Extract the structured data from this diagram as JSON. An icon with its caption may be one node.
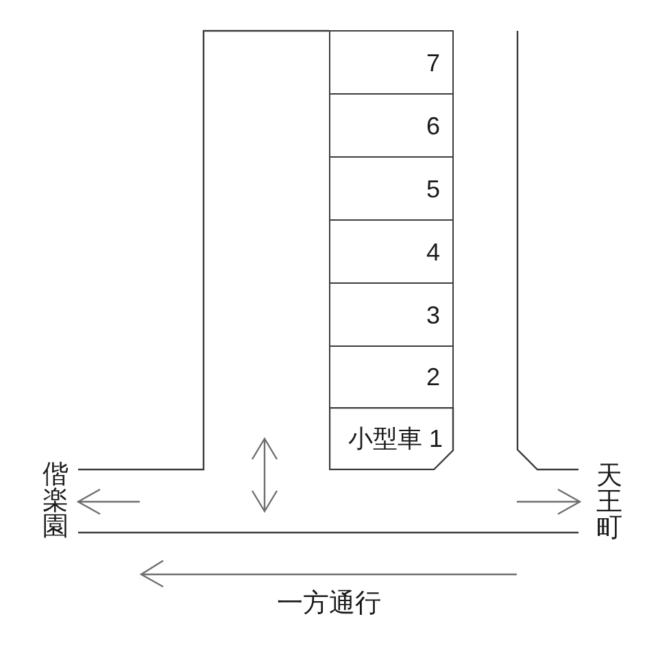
{
  "diagram": {
    "nodes": [
      {
        "text": [
          "7"
        ]
      },
      {
        "text": [
          "6"
        ]
      },
      {
        "text": [
          "5"
        ]
      },
      {
        "text": [
          "4"
        ]
      },
      {
        "text": [
          "3"
        ]
      },
      {
        "text": [
          "2"
        ]
      },
      {
        "text": [
          "小型車 1"
        ]
      }
    ],
    "labels": [
      "偕楽園",
      "天王町",
      "一方通行"
    ]
  }
}
